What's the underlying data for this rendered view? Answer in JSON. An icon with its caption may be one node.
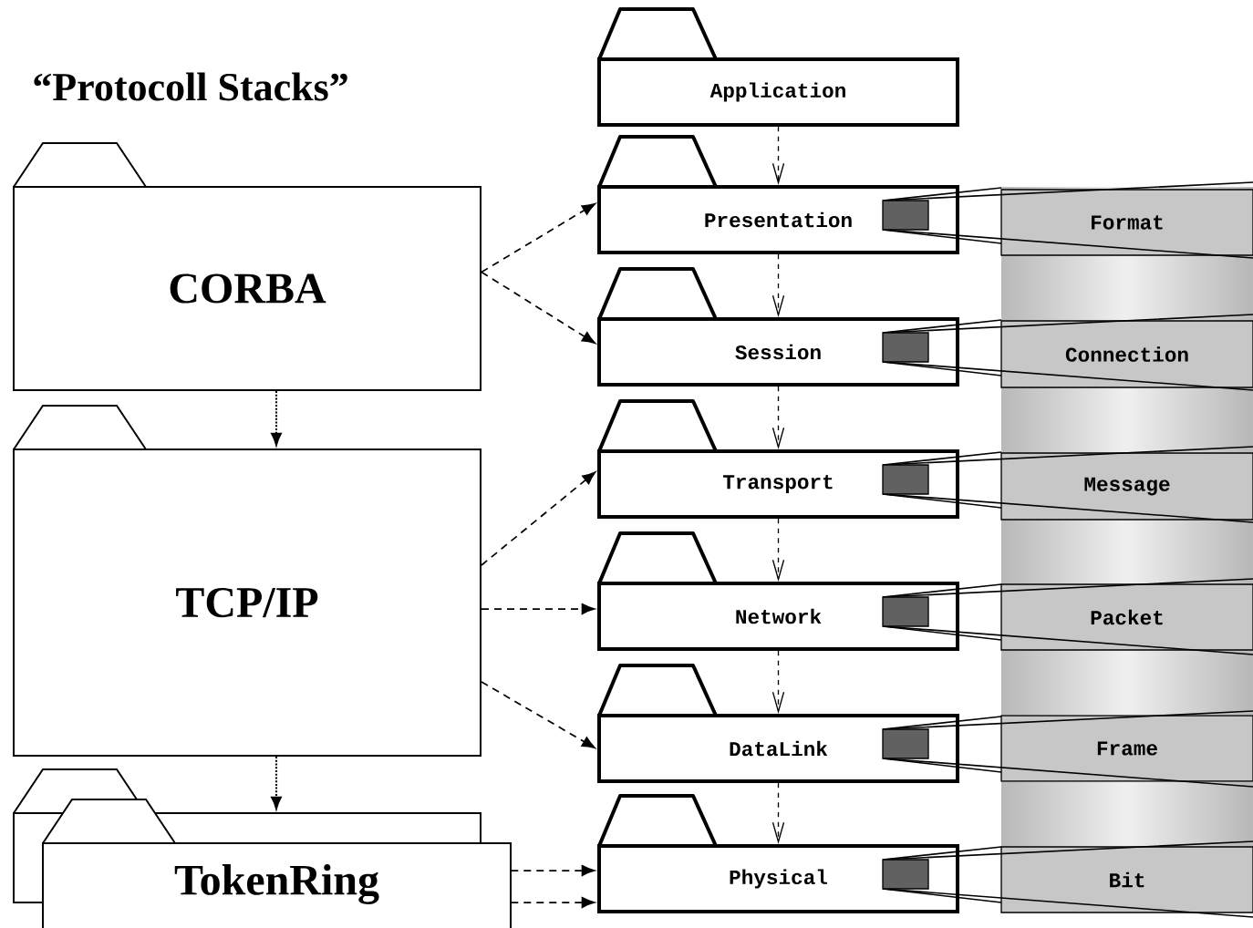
{
  "diagram": {
    "title": "“Protocoll Stacks”",
    "nodes": [
      {
        "text": [
          "Application"
        ]
      },
      {
        "text": [
          "Presentation"
        ]
      },
      {
        "text": [
          "Session"
        ]
      },
      {
        "text": [
          "Transport"
        ]
      },
      {
        "text": [
          "Network"
        ]
      },
      {
        "text": [
          "DataLink"
        ]
      },
      {
        "text": [
          "Physical"
        ]
      },
      {
        "text": [
          "CORBA"
        ]
      },
      {
        "text": [
          "TCP/IP"
        ]
      },
      {
        "text": [],
        "shape": "box"
      },
      {
        "text": [
          "TokenRing"
        ]
      },
      {
        "text": [
          "Format"
        ]
      },
      {
        "text": [
          "Connection"
        ]
      },
      {
        "text": [
          "Message"
        ]
      },
      {
        "text": [
          "Packet"
        ]
      },
      {
        "text": [
          "Frame"
        ]
      },
      {
        "text": [
          "Bit"
        ]
      }
    ],
    "edges": [
      {
        "from": 0,
        "to": 1,
        "arrow": "to"
      },
      {
        "from": 1,
        "to": 2,
        "arrow": "to"
      },
      {
        "from": 2,
        "to": 3,
        "arrow": "to"
      },
      {
        "from": 3,
        "to": 4,
        "arrow": "to"
      },
      {
        "from": 4,
        "to": 5,
        "arrow": "to"
      },
      {
        "from": 5,
        "to": 6,
        "arrow": "to"
      },
      {
        "from": 7,
        "to": 1,
        "arrow": "to",
        "style": "dashed"
      },
      {
        "from": 7,
        "to": 2,
        "arrow": "to",
        "style": "dashed"
      },
      {
        "from": 7,
        "to": 8,
        "arrow": "to",
        "style": "dashed"
      },
      {
        "from": 8,
        "to": 3,
        "arrow": "to",
        "style": "dashed"
      },
      {
        "from": 8,
        "to": 4,
        "arrow": "to",
        "style": "dashed"
      },
      {
        "from": 8,
        "to": 5,
        "arrow": "to",
        "style": "dashed"
      },
      {
        "from": 8,
        "to": 9,
        "arrow": "to",
        "style": "dashed"
      },
      {
        "from": 10,
        "to": 6,
        "arrow": "to",
        "style": "dashed"
      },
      {
        "from": 10,
        "to": 6,
        "arrow": "to",
        "style": "dashed"
      }
    ]
  }
}
